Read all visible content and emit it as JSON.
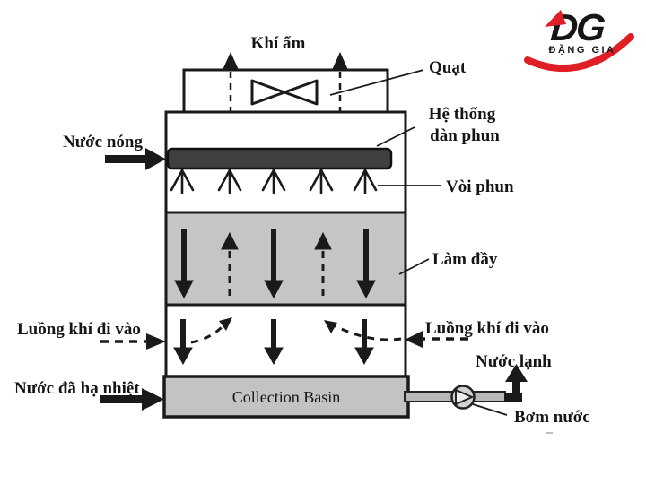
{
  "logo": {
    "initials": "DG",
    "name": "ĐẶNG GIA",
    "color": "#e01e25"
  },
  "diagram": {
    "title_implied": "Cooling tower schematic",
    "labels": {
      "humid_air": "Khí ẩm",
      "fan": "Quạt",
      "spray_system_line1": "Hệ thống",
      "spray_system_line2": "dàn phun",
      "hot_water": "Nước nóng",
      "spray_nozzle": "Vòi phun",
      "fill_pack": "Làm đầy",
      "air_inlet_left": "Luồng khí đi vào",
      "air_inlet_right": "Luồng khí đi vào",
      "cooled_water": "Nước đã hạ nhiệt",
      "cold_water": "Nước lạnh",
      "collection_basin": "Collection Basin",
      "pump": "Bơm nước"
    },
    "colors": {
      "line": "#1a1a1a",
      "fill_gray": "#c5c5c5",
      "basin_gray": "#c3c3c3",
      "spray_bar": "#404040",
      "pipe_gray": "#b8b8b8",
      "pump_body": "#d2d2d2",
      "pump_vane": "#ececec"
    }
  }
}
